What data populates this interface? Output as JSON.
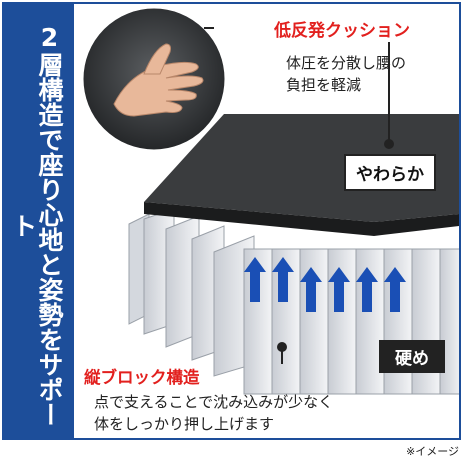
{
  "side_title": "2層構造で座り心地と姿勢をサポート",
  "top_callout": {
    "title": "低反発クッション",
    "description_lines": [
      "体圧を分散し腰の",
      "負担を軽減"
    ],
    "label": "やわらか"
  },
  "bottom_callout": {
    "title": "縦ブロック構造",
    "description_lines": [
      "点で支えることで沈み込みが少なく",
      "体をしっかり押し上げます"
    ],
    "label": "硬め"
  },
  "footnote": "※イメージ",
  "colors": {
    "frame_blue": "#1d4e9a",
    "accent_red": "#e2201e",
    "arrow_blue": "#1a4fb5",
    "foam_dark": "#2f3133",
    "block_light": "#e6e8ec"
  },
  "icons": [
    "hand-photo-icon",
    "arrow-up-icon"
  ]
}
